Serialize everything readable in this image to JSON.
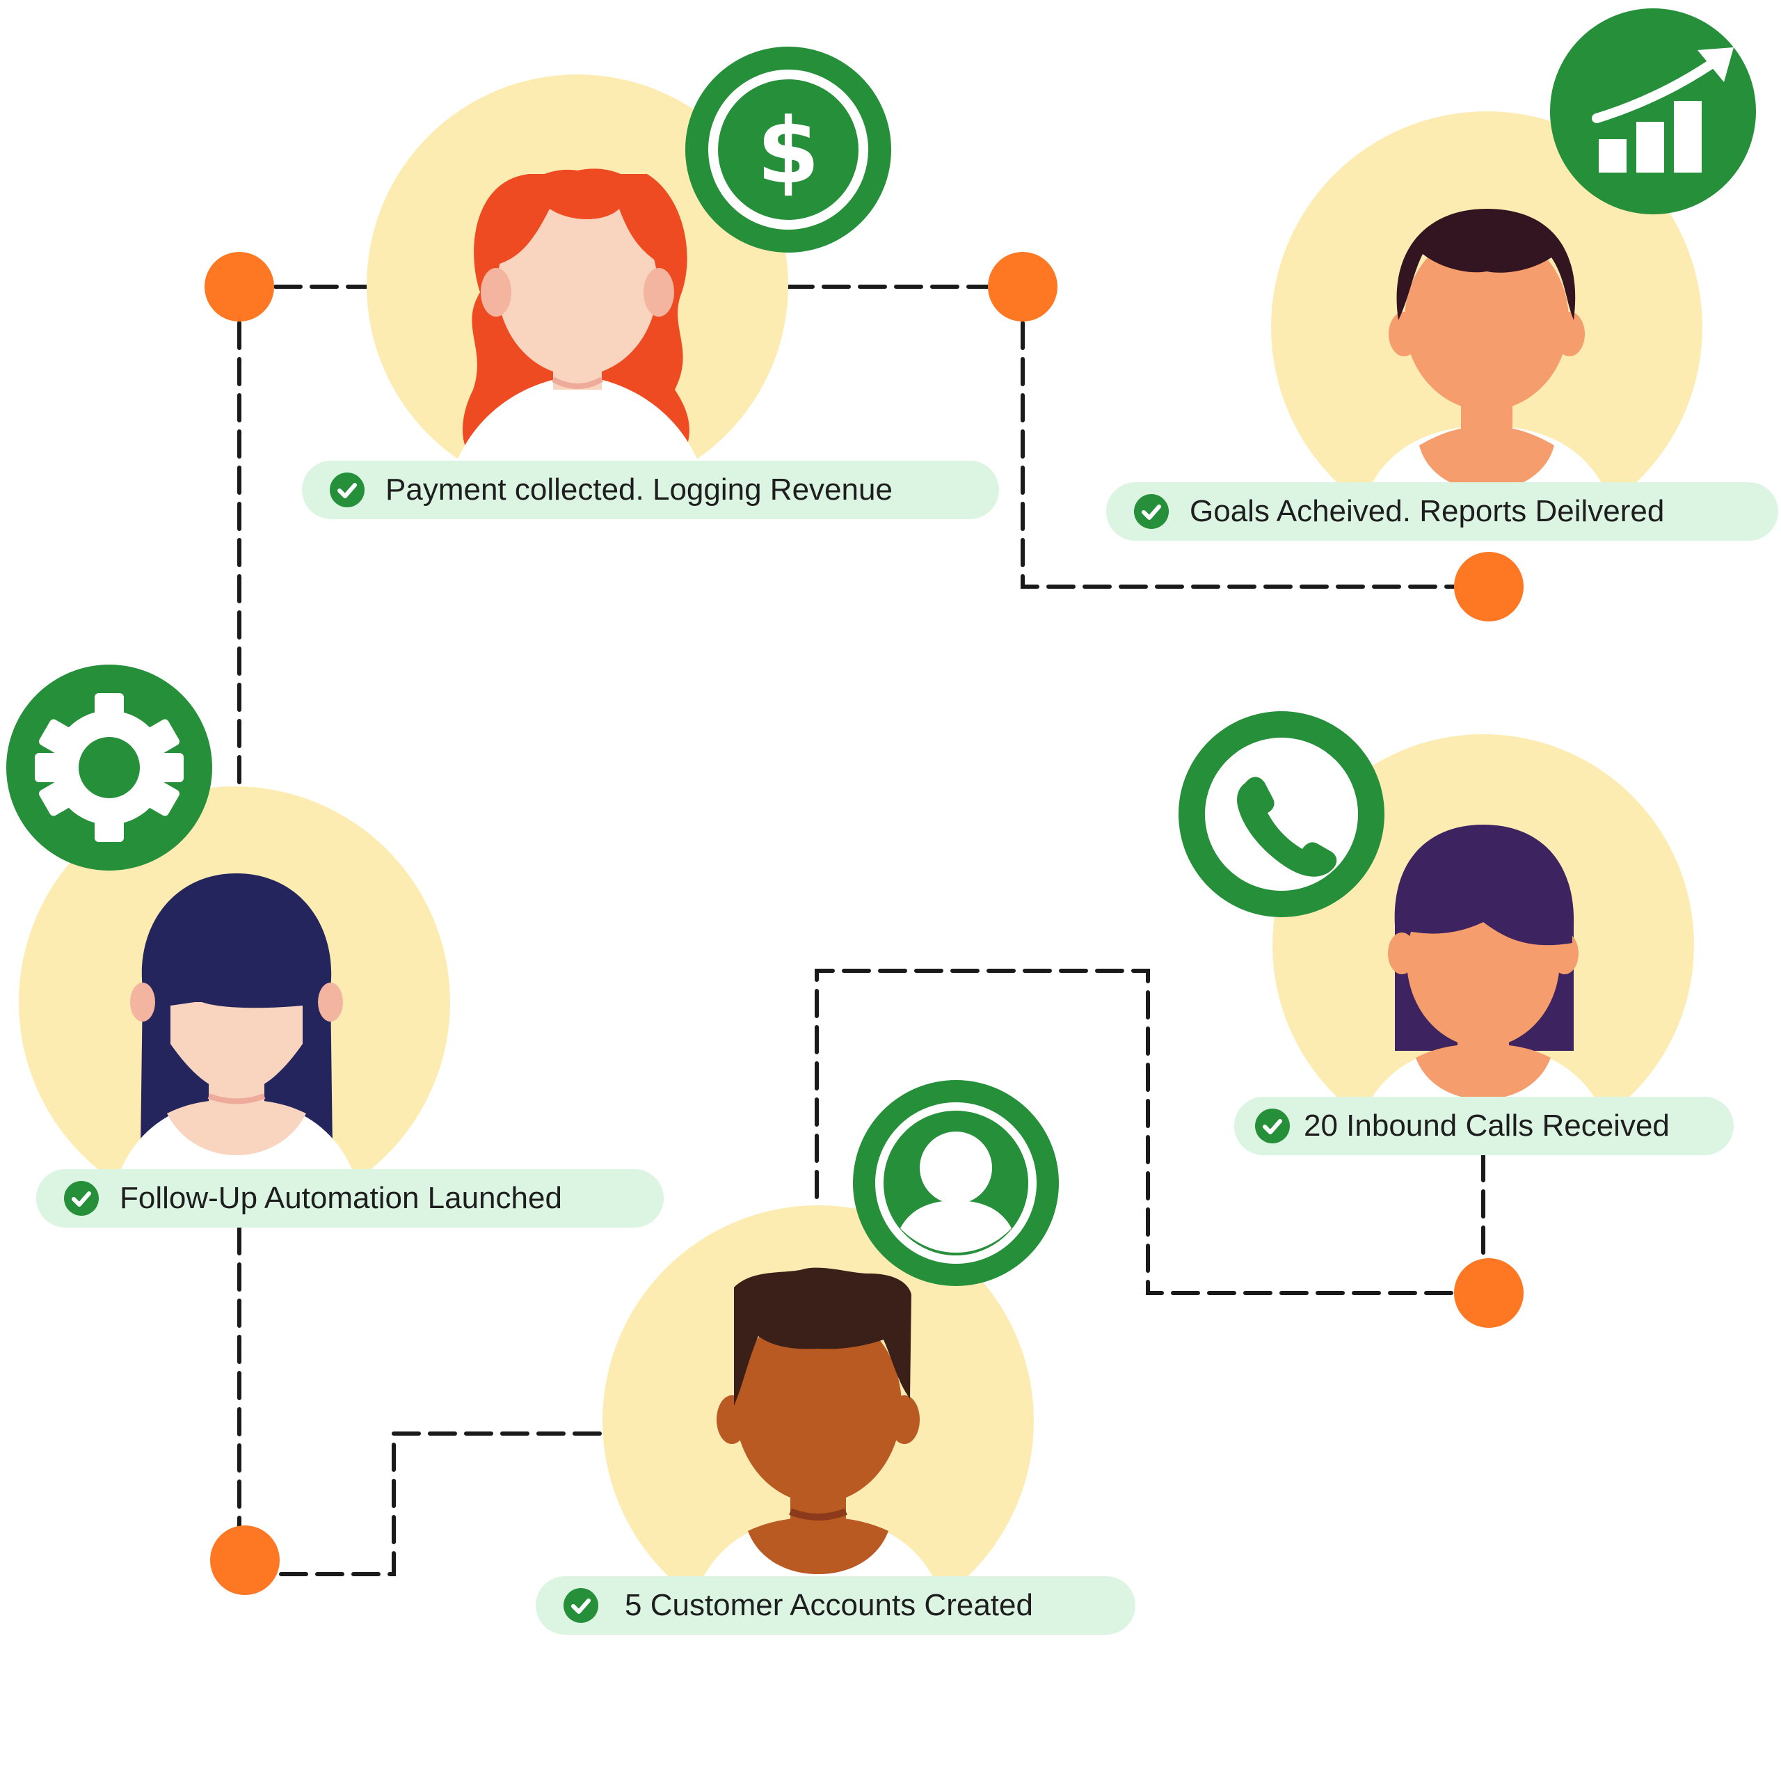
{
  "colors": {
    "halo": "#fdecb2",
    "badge_green": "#258f3a",
    "node_orange": "#fe7722",
    "label_bg": "#dcf5e3",
    "connector": "#1a1a1a"
  },
  "people": [
    {
      "id": "payment",
      "status": "Payment collected. Logging Revenue",
      "badge_icon": "dollar-icon",
      "hair": "#ef4b22",
      "skin": "#f9d5c0"
    },
    {
      "id": "goals",
      "status": "Goals Acheived. Reports Deilvered",
      "badge_icon": "growth-chart-icon",
      "hair": "#321520",
      "skin": "#f59d6c"
    },
    {
      "id": "automation",
      "status": "Follow-Up Automation Launched",
      "badge_icon": "gear-icon",
      "hair": "#24255d",
      "skin": "#f9d5c0"
    },
    {
      "id": "calls",
      "status": "20 Inbound Calls Received",
      "badge_icon": "phone-icon",
      "hair": "#3d2460",
      "skin": "#f59d6c"
    },
    {
      "id": "accounts",
      "status": "5 Customer Accounts Created",
      "badge_icon": "user-account-icon",
      "hair": "#3a2019",
      "skin": "#b95a22"
    }
  ]
}
